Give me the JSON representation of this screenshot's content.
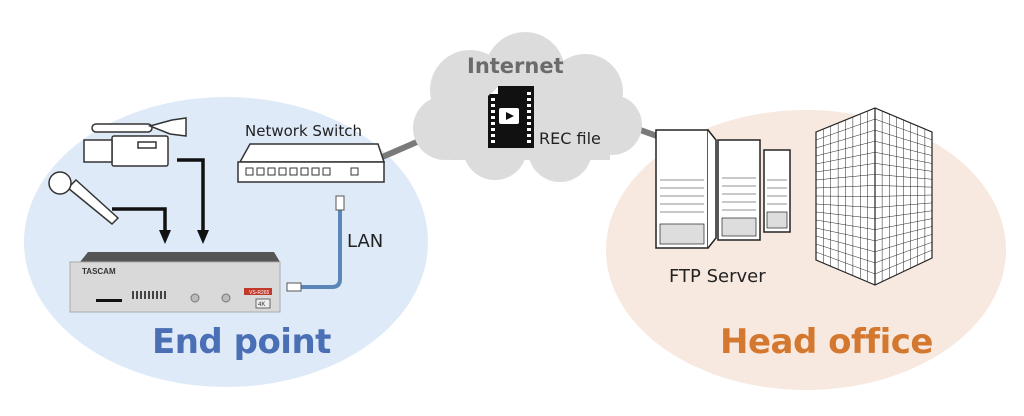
{
  "diagram": {
    "zones": {
      "endpoint": {
        "label": "End point",
        "color": "#4a6fb5",
        "background": "#dfeaf8"
      },
      "head_office": {
        "label": "Head office",
        "color": "#d4772f",
        "background": "#f7e9df"
      },
      "internet": {
        "label": "Internet",
        "background": "#dcdcdc"
      }
    },
    "labels": {
      "network_switch": "Network Switch",
      "lan": "LAN",
      "rec_file": "REC file",
      "ftp_server": "FTP Server"
    },
    "device": {
      "brand": "TASCAM",
      "model": "VS-R265",
      "badge": "4K"
    },
    "nodes": [
      "Video camera",
      "Microphone",
      "TASCAM VS-R265",
      "Network Switch",
      "Internet",
      "FTP Server",
      "Head office building"
    ],
    "edges": [
      {
        "from": "Video camera",
        "to": "TASCAM VS-R265"
      },
      {
        "from": "Microphone",
        "to": "TASCAM VS-R265"
      },
      {
        "from": "TASCAM VS-R265",
        "to": "Network Switch",
        "label": "LAN"
      },
      {
        "from": "Network Switch",
        "to": "Internet"
      },
      {
        "from": "Internet",
        "to": "FTP Server"
      }
    ]
  }
}
